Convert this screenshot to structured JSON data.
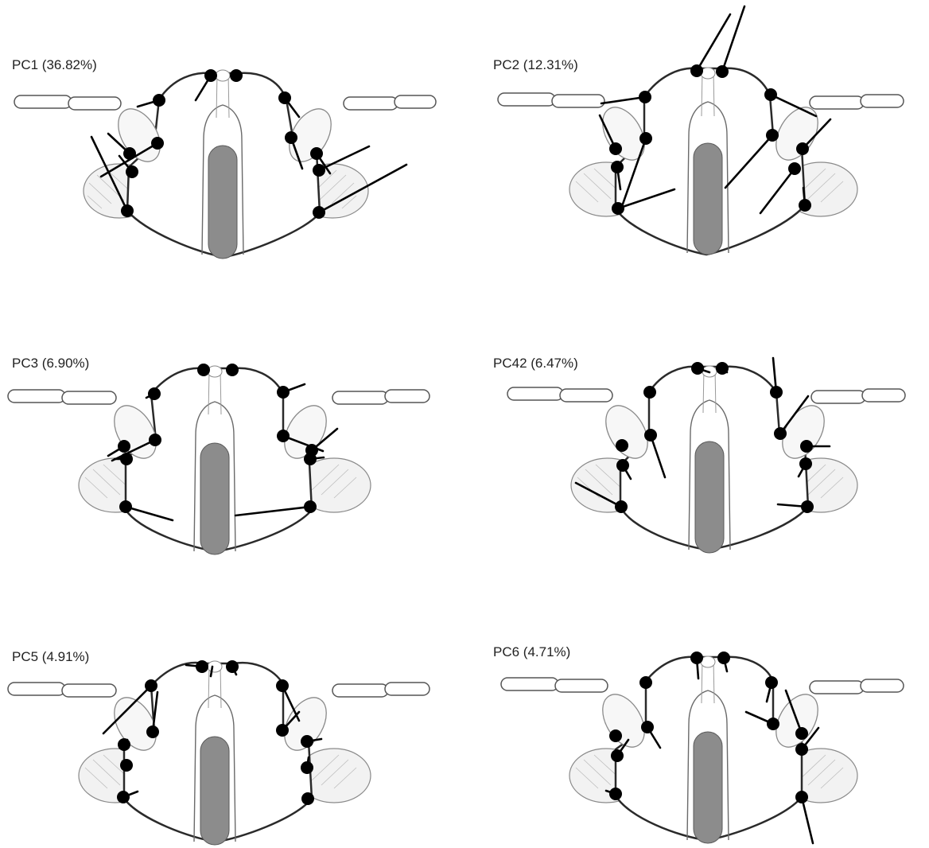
{
  "panels": [
    {
      "label": "PC1 (36.82%)"
    },
    {
      "label": "PC2 (12.31%)"
    },
    {
      "label": "PC3 (6.90%)"
    },
    {
      "label": "PC42 (6.47%)"
    },
    {
      "label": "PC5 (4.91%)"
    },
    {
      "label": "PC6 (4.71%)"
    }
  ]
}
